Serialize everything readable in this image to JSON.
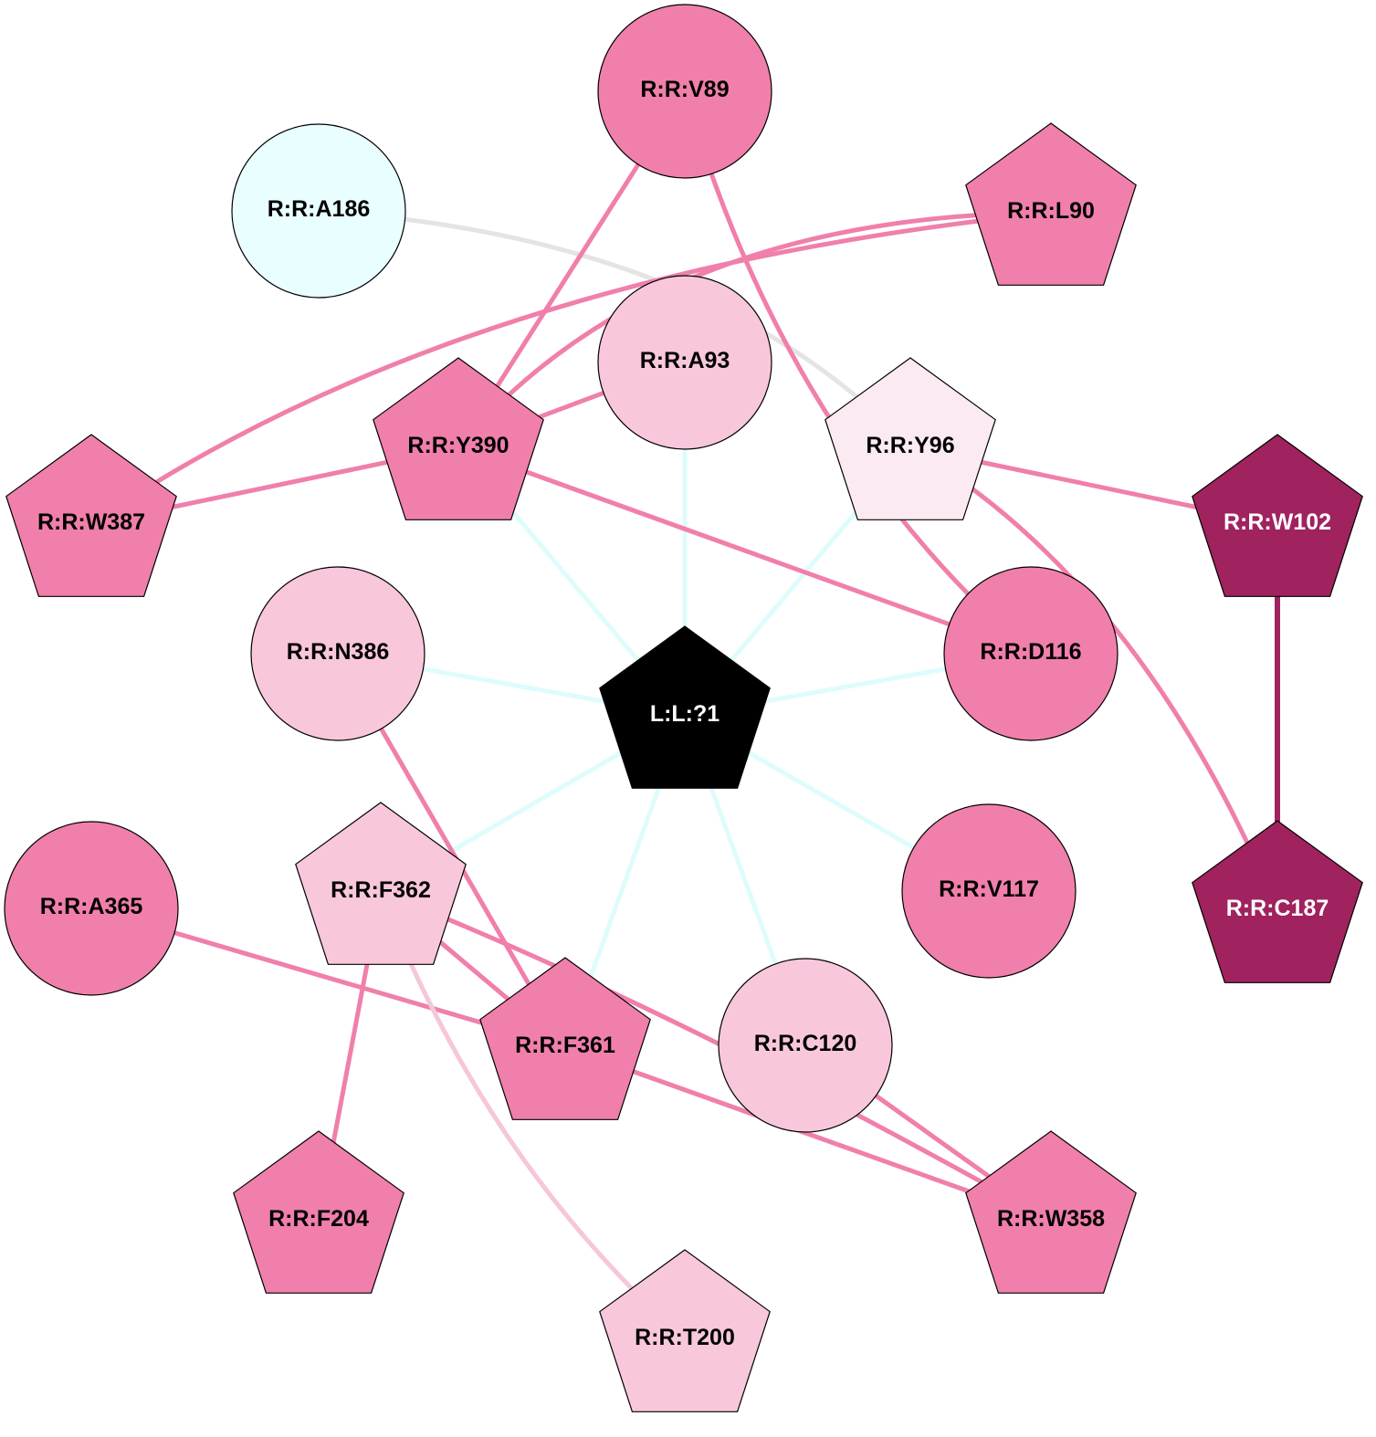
{
  "colors": {
    "pink": "#f07fab",
    "light_pink": "#f8c7dc",
    "pale_pink": "#fbeaf2",
    "dark": "#a0225e",
    "cyan": "#e8feff",
    "ligand": "#000000",
    "ligand_edge": "#defcfc",
    "gray_edge": "#e4e4e4",
    "light_edge": "#f6c6da"
  },
  "nodes": [
    {
      "id": "R:R:V89",
      "shape": "circle",
      "fill": "pink",
      "text": "dark"
    },
    {
      "id": "R:R:A186",
      "shape": "circle",
      "fill": "cyan",
      "text": "dark"
    },
    {
      "id": "R:R:L90",
      "shape": "pentagon",
      "fill": "pink",
      "text": "dark"
    },
    {
      "id": "R:R:A93",
      "shape": "circle",
      "fill": "light_pink",
      "text": "dark"
    },
    {
      "id": "R:R:Y390",
      "shape": "pentagon",
      "fill": "pink",
      "text": "dark"
    },
    {
      "id": "R:R:Y96",
      "shape": "pentagon",
      "fill": "pale_pink",
      "text": "dark"
    },
    {
      "id": "R:R:W387",
      "shape": "pentagon",
      "fill": "pink",
      "text": "dark"
    },
    {
      "id": "R:R:W102",
      "shape": "pentagon",
      "fill": "dark",
      "text": "light"
    },
    {
      "id": "R:R:N386",
      "shape": "circle",
      "fill": "light_pink",
      "text": "dark"
    },
    {
      "id": "R:R:D116",
      "shape": "circle",
      "fill": "pink",
      "text": "dark"
    },
    {
      "id": "L:L:?1",
      "shape": "pentagon",
      "fill": "ligand",
      "text": "light"
    },
    {
      "id": "R:R:A365",
      "shape": "circle",
      "fill": "pink",
      "text": "dark"
    },
    {
      "id": "R:R:F362",
      "shape": "pentagon",
      "fill": "light_pink",
      "text": "dark"
    },
    {
      "id": "R:R:V117",
      "shape": "circle",
      "fill": "pink",
      "text": "dark"
    },
    {
      "id": "R:R:C187",
      "shape": "pentagon",
      "fill": "dark",
      "text": "light"
    },
    {
      "id": "R:R:F361",
      "shape": "pentagon",
      "fill": "pink",
      "text": "dark"
    },
    {
      "id": "R:R:C120",
      "shape": "circle",
      "fill": "light_pink",
      "text": "dark"
    },
    {
      "id": "R:R:F204",
      "shape": "pentagon",
      "fill": "pink",
      "text": "dark"
    },
    {
      "id": "R:R:W358",
      "shape": "pentagon",
      "fill": "pink",
      "text": "dark"
    },
    {
      "id": "R:R:T200",
      "shape": "pentagon",
      "fill": "light_pink",
      "text": "dark"
    }
  ],
  "edges": [
    {
      "a": "L:L:?1",
      "b": "R:R:A93",
      "color": "ligand_edge"
    },
    {
      "a": "L:L:?1",
      "b": "R:R:Y390",
      "color": "ligand_edge"
    },
    {
      "a": "L:L:?1",
      "b": "R:R:Y96",
      "color": "ligand_edge"
    },
    {
      "a": "L:L:?1",
      "b": "R:R:N386",
      "color": "ligand_edge"
    },
    {
      "a": "L:L:?1",
      "b": "R:R:D116",
      "color": "ligand_edge"
    },
    {
      "a": "L:L:?1",
      "b": "R:R:F362",
      "color": "ligand_edge"
    },
    {
      "a": "L:L:?1",
      "b": "R:R:V117",
      "color": "ligand_edge"
    },
    {
      "a": "L:L:?1",
      "b": "R:R:F361",
      "color": "ligand_edge"
    },
    {
      "a": "L:L:?1",
      "b": "R:R:C120",
      "color": "ligand_edge"
    },
    {
      "a": "R:R:A186",
      "b": "R:R:Y96",
      "color": "gray_edge"
    },
    {
      "a": "R:R:V89",
      "b": "R:R:Y390",
      "color": "pink"
    },
    {
      "a": "R:R:V89",
      "b": "R:R:D116",
      "color": "pink"
    },
    {
      "a": "R:R:L90",
      "b": "R:R:Y390",
      "color": "pink"
    },
    {
      "a": "R:R:L90",
      "b": "R:R:W387",
      "color": "pink"
    },
    {
      "a": "R:R:A93",
      "b": "R:R:Y390",
      "color": "pink"
    },
    {
      "a": "R:R:Y390",
      "b": "R:R:W387",
      "color": "pink"
    },
    {
      "a": "R:R:Y390",
      "b": "R:R:D116",
      "color": "pink"
    },
    {
      "a": "R:R:Y96",
      "b": "R:R:W102",
      "color": "pink"
    },
    {
      "a": "R:R:Y96",
      "b": "R:R:C187",
      "color": "pink"
    },
    {
      "a": "R:R:W102",
      "b": "R:R:C187",
      "color": "dark"
    },
    {
      "a": "R:R:N386",
      "b": "R:R:F361",
      "color": "pink"
    },
    {
      "a": "R:R:A365",
      "b": "R:R:F361",
      "color": "pink"
    },
    {
      "a": "R:R:F362",
      "b": "R:R:F361",
      "color": "pink"
    },
    {
      "a": "R:R:F362",
      "b": "R:R:W358",
      "color": "pink"
    },
    {
      "a": "R:R:F362",
      "b": "R:R:F204",
      "color": "pink"
    },
    {
      "a": "R:R:F362",
      "b": "R:R:T200",
      "color": "light_edge"
    },
    {
      "a": "R:R:F361",
      "b": "R:R:W358",
      "color": "pink"
    },
    {
      "a": "R:R:C120",
      "b": "R:R:W358",
      "color": "pink"
    }
  ]
}
